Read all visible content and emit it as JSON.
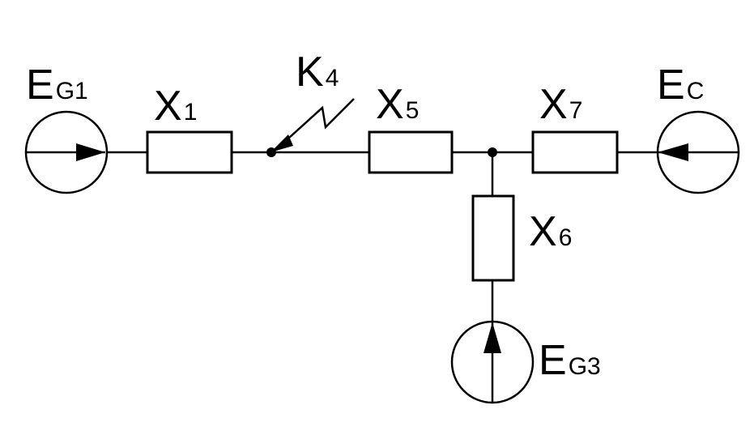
{
  "labels": {
    "eg1": {
      "main": "E",
      "sub": "G1"
    },
    "x1": {
      "main": "X",
      "sub": "1"
    },
    "k4": {
      "main": "K",
      "sub": "4"
    },
    "x5": {
      "main": "X",
      "sub": "5"
    },
    "x7": {
      "main": "X",
      "sub": "7"
    },
    "ec": {
      "main": "E",
      "sub": "C"
    },
    "x6": {
      "main": "X",
      "sub": "6"
    },
    "eg3": {
      "main": "E",
      "sub": "G3"
    }
  }
}
